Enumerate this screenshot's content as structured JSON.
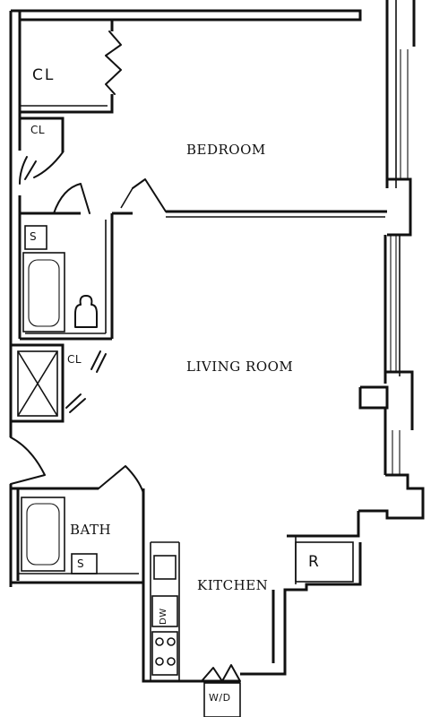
{
  "rooms": {
    "bedroom": "BEDROOM",
    "living_room": "LIVING ROOM",
    "bath": "BATH",
    "kitchen": "KITCHEN"
  },
  "fixtures": {
    "closet_main": "CL",
    "closet_small": "CL",
    "closet_hall": "CL",
    "sink_upper": "S",
    "sink_lower": "S",
    "refrigerator": "R",
    "dishwasher": "DW",
    "washer_dryer": "W/D"
  }
}
